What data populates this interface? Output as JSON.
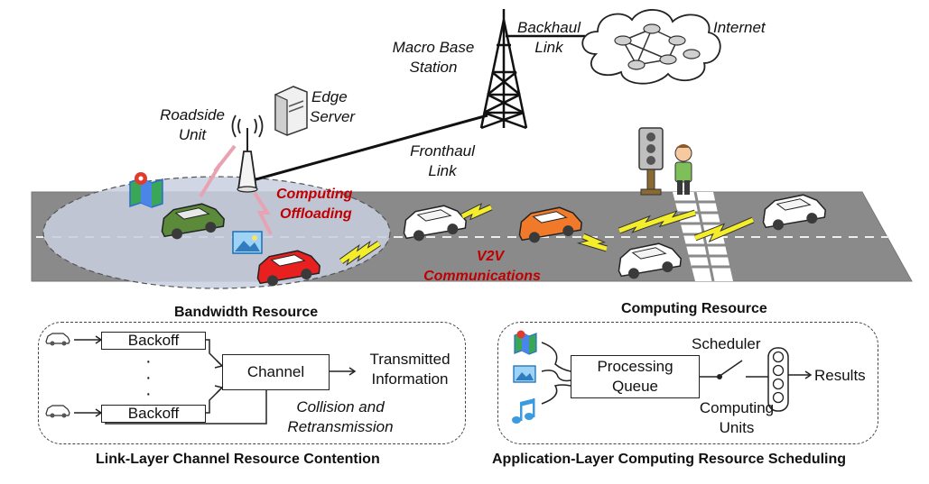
{
  "scene": {
    "macro_base_station": [
      "Macro Base",
      "Station"
    ],
    "backhaul_link": [
      "Backhaul",
      "Link"
    ],
    "internet": "Internet",
    "edge_server": [
      "Edge",
      "Server"
    ],
    "roadside_unit": [
      "Roadside",
      "Unit"
    ],
    "fronthaul_link": [
      "Fronthaul",
      "Link"
    ],
    "computing_offloading": [
      "Computing",
      "Offloading"
    ],
    "v2v": [
      "V2V",
      "Communications"
    ],
    "bandwidth_resource": "Bandwidth Resource",
    "computing_resource": "Computing Resource"
  },
  "link_layer": {
    "title": "Link-Layer Channel Resource Contention",
    "backoff_top": "Backoff",
    "backoff_bottom": "Backoff",
    "dots": "·",
    "channel": "Channel",
    "transmitted": [
      "Transmitted",
      "Information"
    ],
    "collision": [
      "Collision and",
      "Retransmission"
    ]
  },
  "app_layer": {
    "title": "Application-Layer Computing Resource Scheduling",
    "processing_queue": [
      "Processing",
      "Queue"
    ],
    "scheduler": "Scheduler",
    "computing_units": [
      "Computing",
      "Units"
    ],
    "results": "Results"
  },
  "colors": {
    "road": "#8a8a8a",
    "coverage": "#c9cfe0",
    "green_car": "#5b8a3a",
    "red_car": "#e82020",
    "orange_car": "#f07a2a",
    "lightning": "#f4ee2a",
    "red_text": "#c00000"
  }
}
